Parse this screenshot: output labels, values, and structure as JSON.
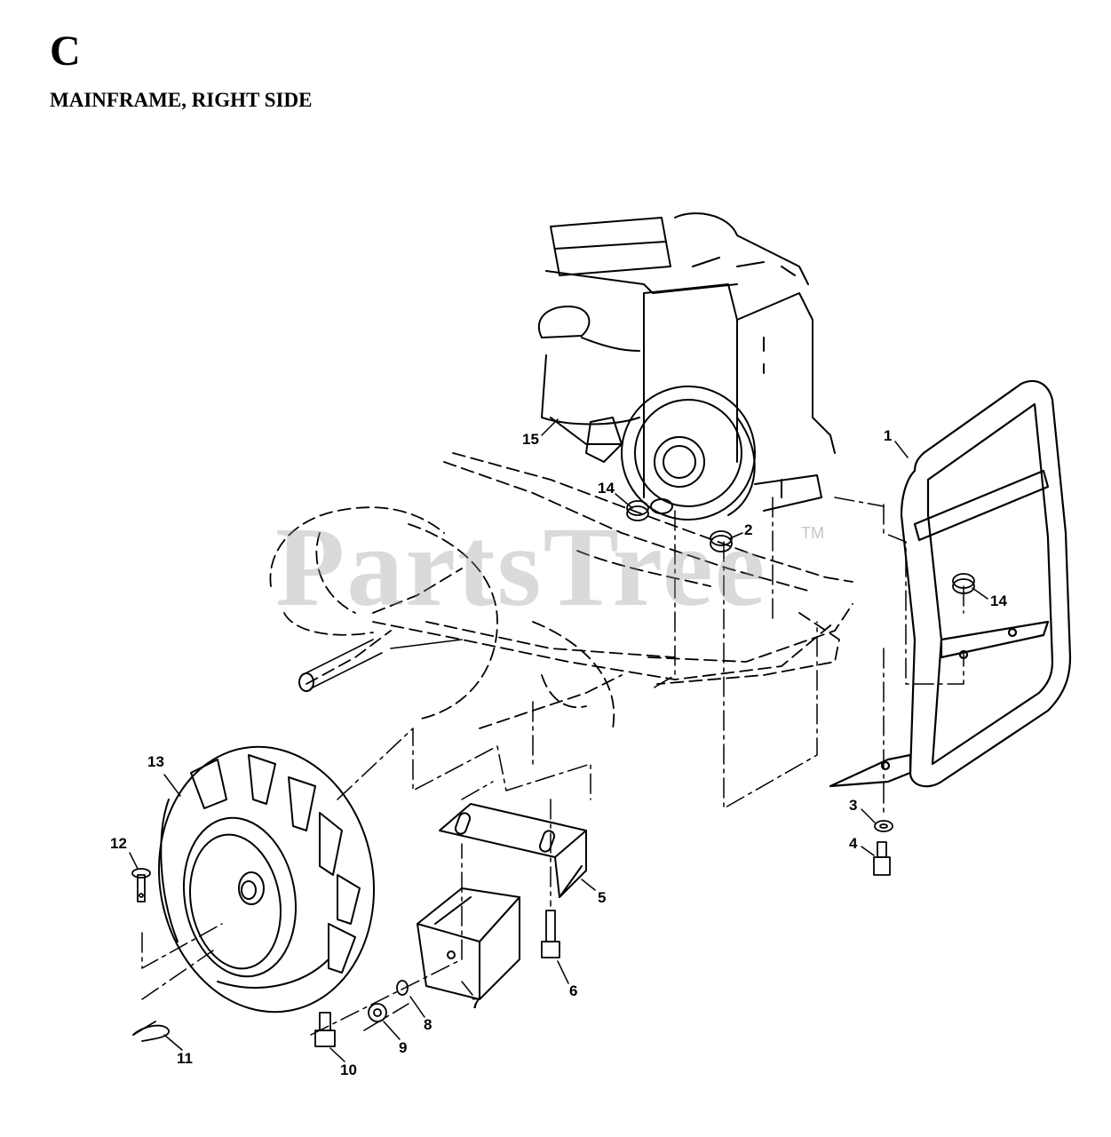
{
  "header": {
    "section_letter": "C",
    "section_title": "MAINFRAME, RIGHT SIDE"
  },
  "watermark": {
    "text": "PartsTree",
    "trademark": "TM"
  },
  "callouts": [
    "1",
    "2",
    "3",
    "4",
    "5",
    "6",
    "7",
    "8",
    "9",
    "10",
    "11",
    "12",
    "13",
    "14",
    "14",
    "15"
  ]
}
